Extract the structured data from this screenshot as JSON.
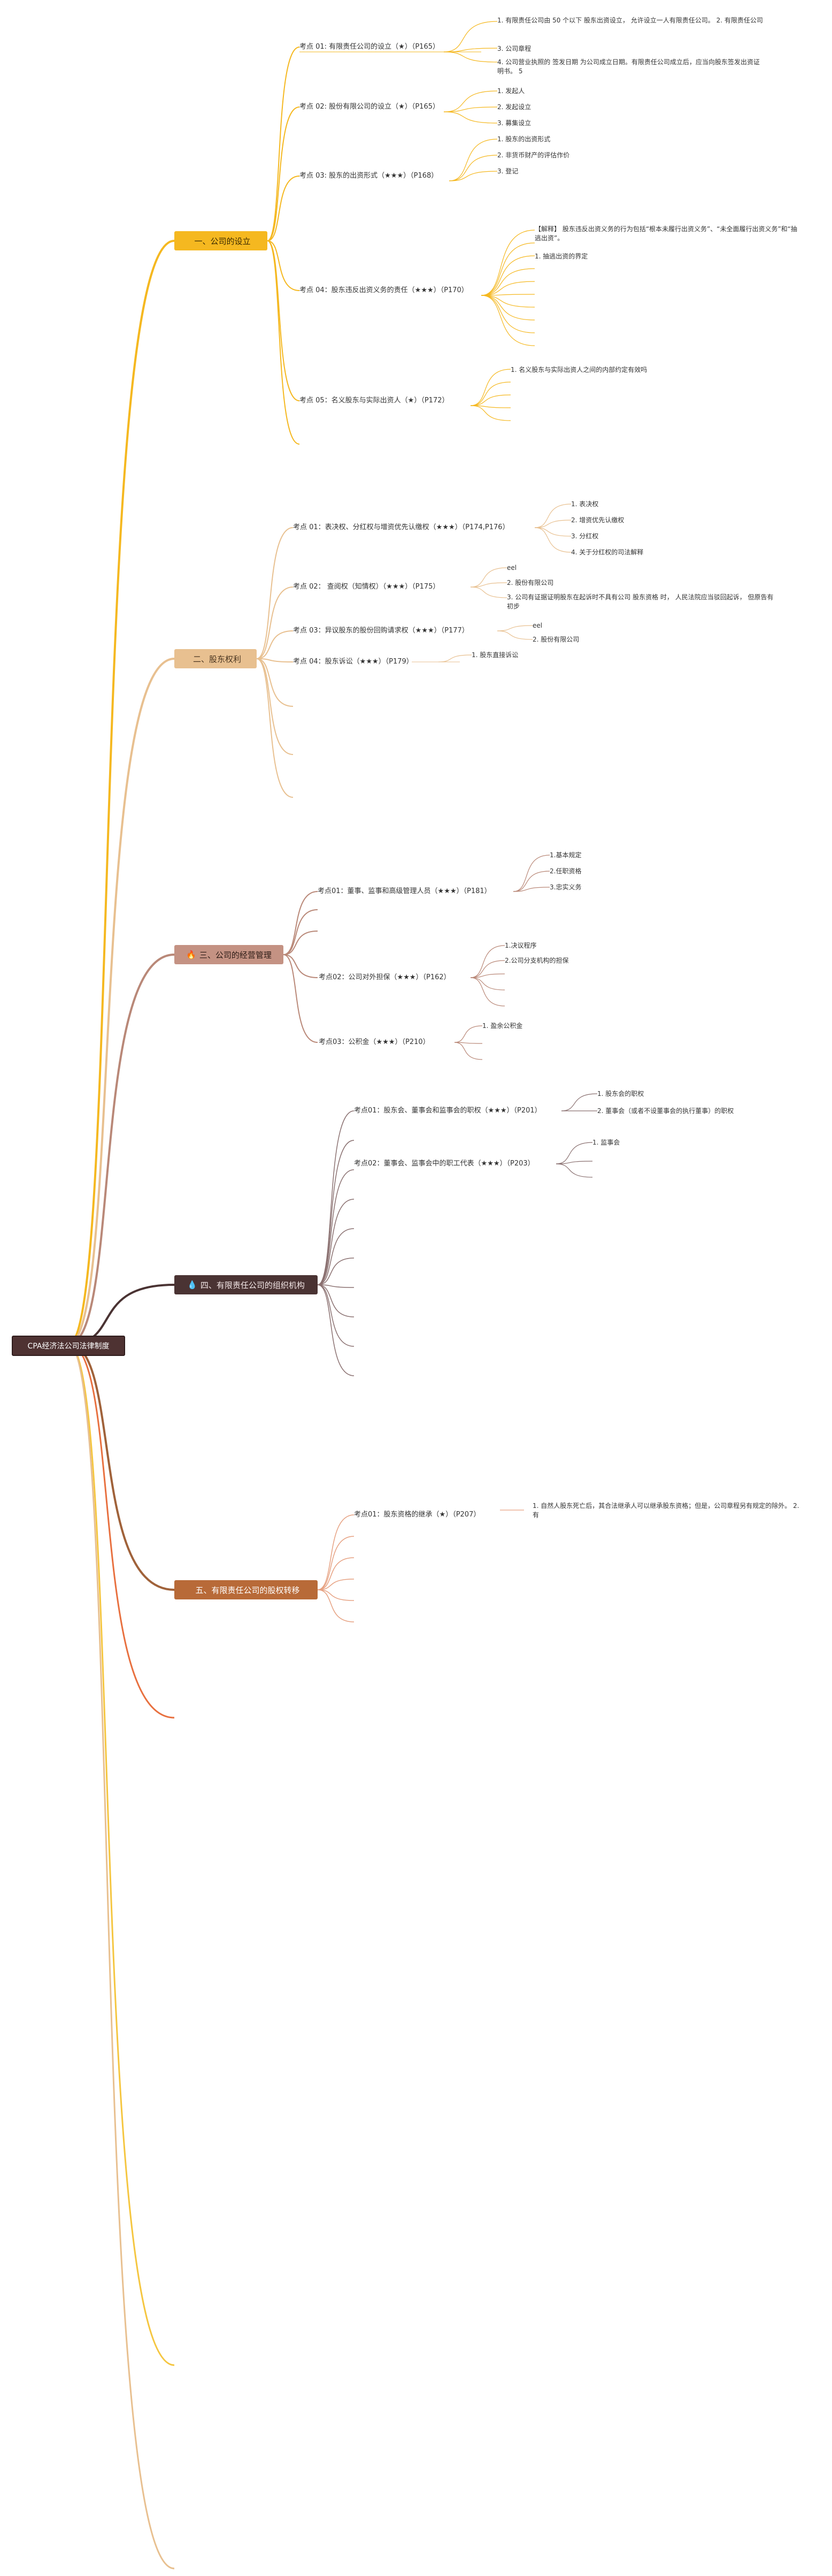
{
  "root": {
    "label": "CPA经济法公司法律制度"
  },
  "sections": [
    {
      "label": "一、公司的设立",
      "icon": "",
      "bg": "#f5b820",
      "color": "#3a2a00"
    },
    {
      "label": "二、股东权利",
      "icon": "",
      "bg": "#e8c090",
      "color": "#4a3520"
    },
    {
      "label": "三、公司的经营管理",
      "icon": "🔥",
      "bg": "#c49283",
      "color": "#2b1a14"
    },
    {
      "label": "四、有限责任公司的组织机构",
      "icon": "💧",
      "bg": "#4a3333",
      "color": "#f2e6e6"
    },
    {
      "label": "五、有限责任公司的股权转移",
      "icon": "",
      "bg": "#b86a38",
      "color": "#ffffff"
    }
  ],
  "points": {
    "s1": [
      "考点 01: 有限责任公司的设立（★）（P165）",
      "考点 02: 股份有限公司的设立（★）（P165）",
      "考点 03: 股东的出资形式（★★★）（P168）",
      "考点 04：股东违反出资义务的责任（★★★）（P170）",
      "考点 05：名义股东与实际出资人（★）（P172）"
    ],
    "s2": [
      "考点 01：表决权、分红权与增资优先认缴权（★★★）（P174,P176）",
      "考点 02： 查阅权（知情权）（★★★）（P175）",
      "考点 03：异议股东的股份回购请求权（★★★）（P177）",
      "考点 04：股东诉讼（★★★）（P179）"
    ],
    "s3": [
      "考点01：董事、监事和高级管理人员（★★★）（P181）",
      "考点02：公司对外担保（★★★）（P162）",
      "考点03：公积金（★★★）（P210）"
    ],
    "s4": [
      "考点01：股东会、董事会和监事会的职权（★★★）（P201）",
      "考点02：董事会、监事会中的职工代表（★★★）（P203）"
    ],
    "s5": [
      "考点01：股东资格的继承（★）（P207）"
    ]
  },
  "details": {
    "s1p1": [
      "1. 有限责任公司由 50 个以下 股东出资设立， 允许设立一人有限责任公司。 2. 有限责任公司",
      "3. 公司章程",
      "4. 公司营业执照的 签发日期 为公司成立日期。有限责任公司成立后，应当向股东签发出资证明书。 5"
    ],
    "s1p2": [
      "1. 发起人",
      "2. 发起设立",
      "3. 募集设立"
    ],
    "s1p3": [
      "1. 股东的出资形式",
      "2. 非货币财产的评估作价",
      "3. 登记"
    ],
    "s1p4": [
      "【解释】 股东违反出资义务的行为包括“根本未履行出资义务”、“未全面履行出资义务”和“抽逃出资”。",
      "1. 抽逃出资的界定"
    ],
    "s1p5": [
      "1. 名义股东与实际出资人之间的内部约定有效吗"
    ],
    "s2p1": [
      "1. 表决权",
      "2. 增资优先认缴权",
      "3. 分红权",
      "4. 关于分红权的司法解释"
    ],
    "s2p2": [
      "eel",
      "2. 股份有限公司",
      "3. 公司有证据证明股东在起诉时不具有公司 股东资格 时， 人民法院应当驳回起诉， 但原告有初步"
    ],
    "s2p3": [
      "eel",
      "2. 股份有限公司"
    ],
    "s2p4": [
      "1. 股东直接诉讼"
    ],
    "s3p1": [
      "1.基本规定",
      "2.任职资格",
      "3.忠实义务"
    ],
    "s3p2": [
      "1.决议程序",
      "2.公司分支机构的担保"
    ],
    "s3p3": [
      "1. 盈余公积金"
    ],
    "s4p1": [
      "1. 股东会的职权",
      "2. 董事会（或者不设董事会的执行董事）的职权"
    ],
    "s4p2": [
      "1. 监事会"
    ],
    "s5p1": [
      "1. 自然人股东死亡后，其合法继承人可以继承股东资格；但是，公司章程另有规定的除外。 2. 有"
    ]
  },
  "colors": {
    "s1": "#f5b820",
    "s2": "#e8c090",
    "s3": "#b98878",
    "s4": "#4a3333",
    "s5": "#a0623a"
  }
}
